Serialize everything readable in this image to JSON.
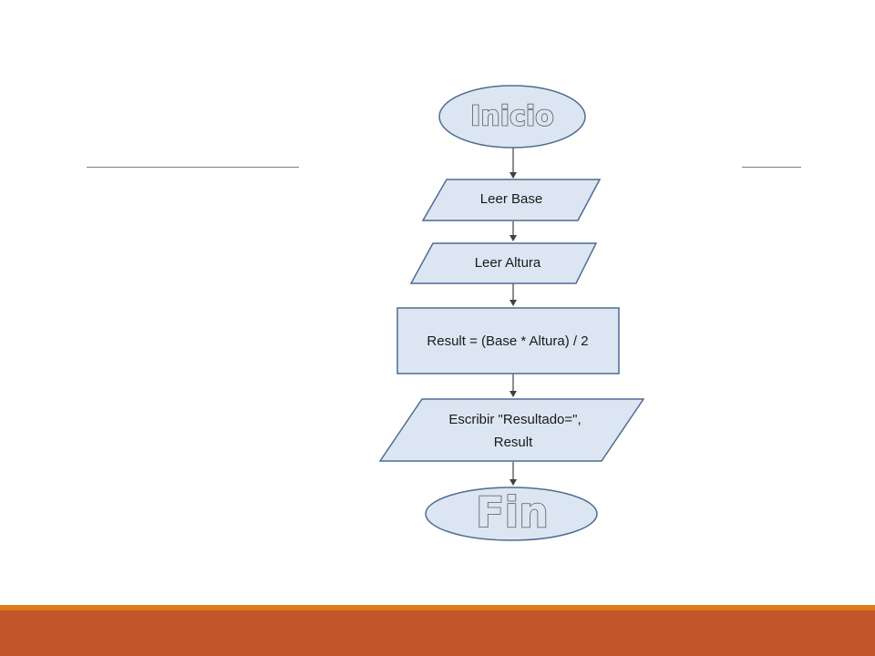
{
  "flowchart": {
    "start": "Inicio",
    "read_base": "Leer Base",
    "read_height": "Leer Altura",
    "process": "Result = (Base * Altura) / 2",
    "output_line1": "Escribir \"Resultado=\",",
    "output_line2": "Result",
    "end": "Fin"
  },
  "colors": {
    "shape_fill": "#dce6f2",
    "shape_stroke": "#4f6c8f",
    "footer": "#c05629",
    "footer_accent": "#e07a18"
  }
}
